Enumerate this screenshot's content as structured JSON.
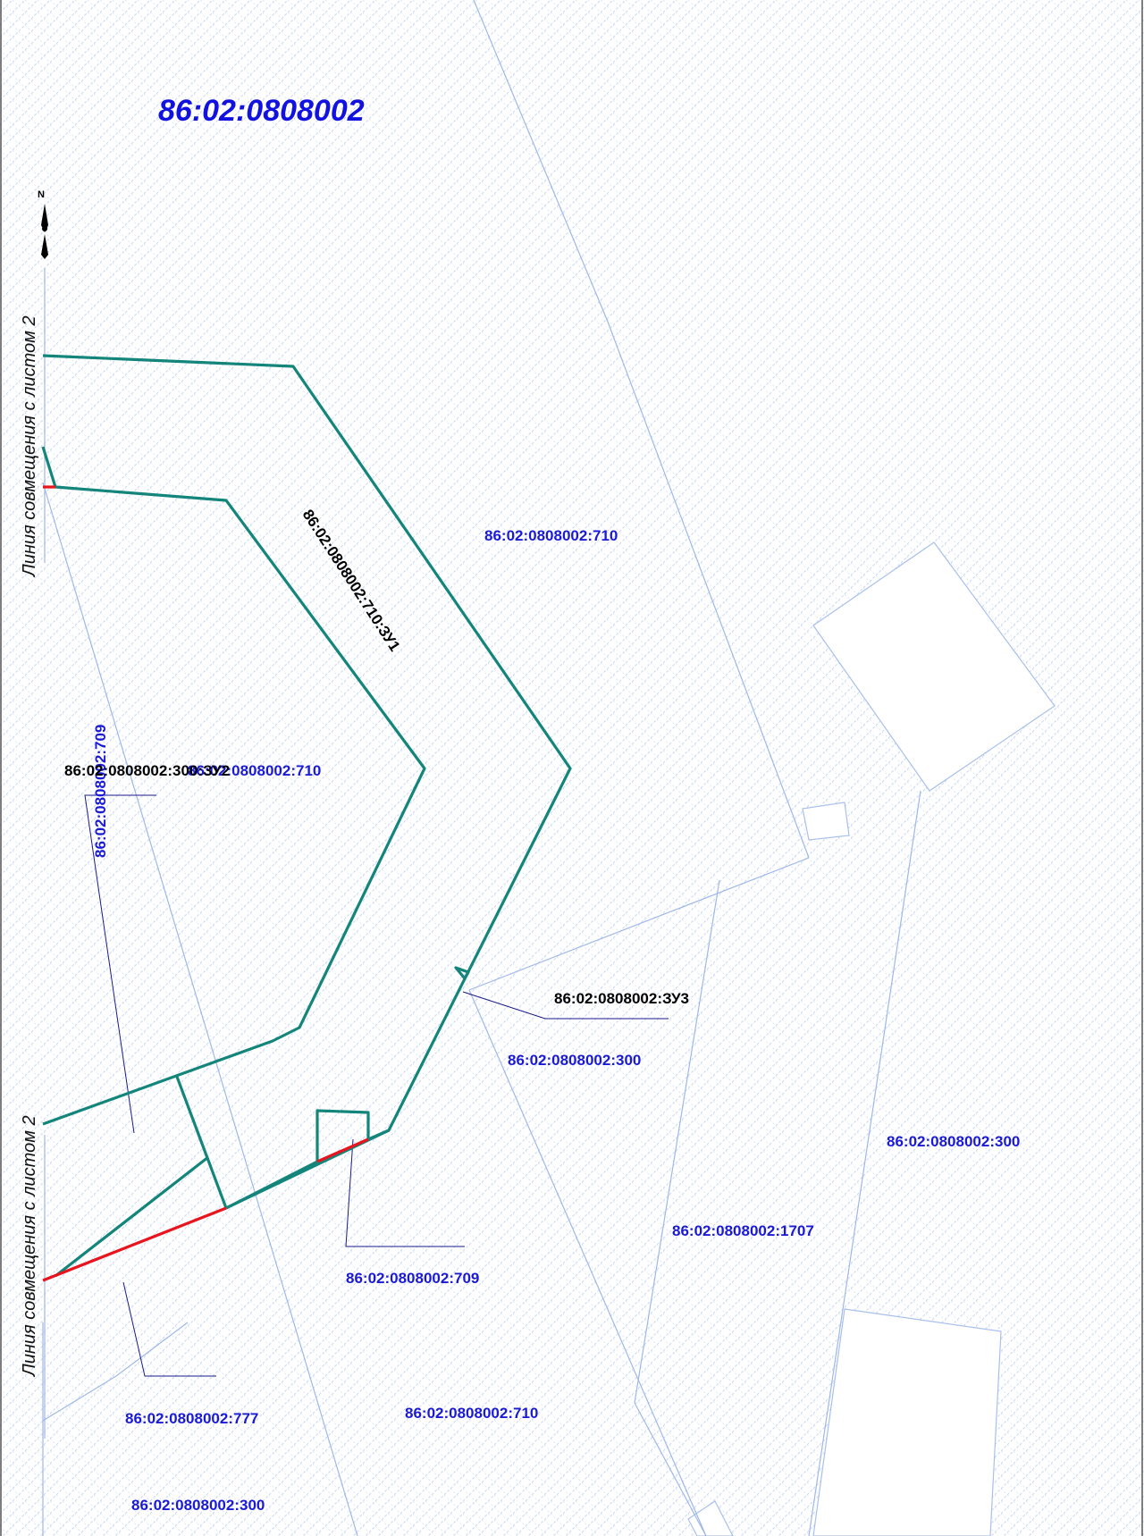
{
  "quarter_label": "86:02:0808002",
  "north_label": "N",
  "match_line_top": "Линия совмещения с листом 2",
  "match_line_bottom": "Линия совмещения с листом 2",
  "parcel_labels": [
    "86:02:0808002:710",
    "86:02:0808002:710",
    "86:02:0808002:709",
    "86:02:0808002:300",
    "86:02:0808002:300",
    "86:02:0808002:1707",
    "86:02:0808002:709",
    "86:02:0808002:777",
    "86:02:0808002:710",
    "86:02:0808002:300"
  ],
  "formed_labels": [
    "86:02:0808002:710:ЗУ1",
    "86:02:0808002:300:ЗУ2",
    "86:02:0808002:ЗУ3"
  ],
  "colors": {
    "formed_boundary": "#13857a",
    "existing_boundary": "#9fb8e8",
    "segment_highlight": "#e8141e",
    "parcel_text": "#1a1ad6",
    "formed_text": "#000000",
    "hatch": "#c8d6f2"
  }
}
